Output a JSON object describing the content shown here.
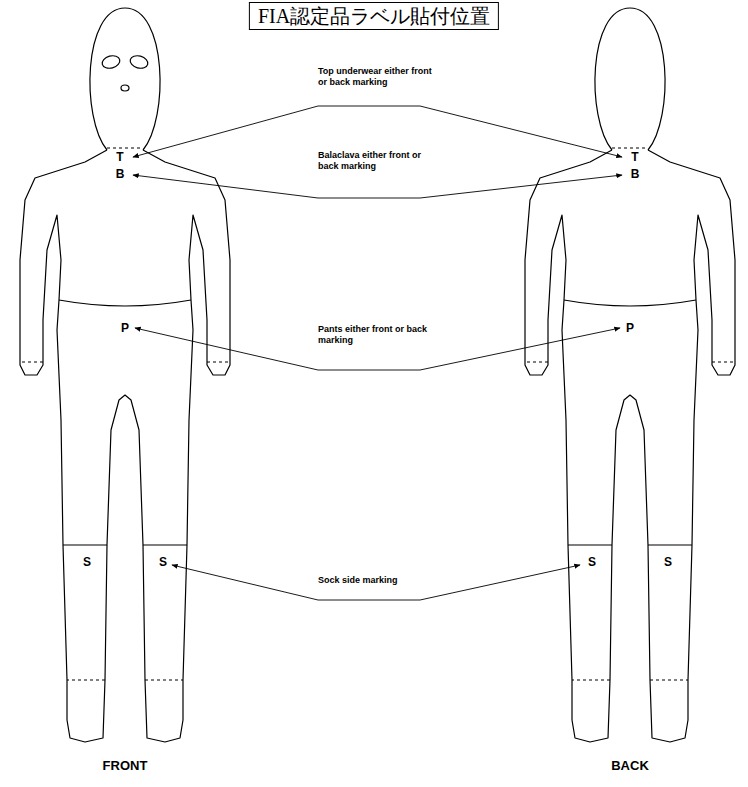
{
  "diagram": {
    "title": "FIA認定品ラベル貼付位置",
    "labels": [
      "Top underwear either front or back marking",
      "T",
      "T",
      "B",
      "Balaclava either front or back marking",
      "B",
      "P",
      "Pants either front or back marking",
      "P",
      "S",
      "S",
      "Sock side marking",
      "S",
      "S",
      "FRONT",
      "BACK"
    ]
  }
}
